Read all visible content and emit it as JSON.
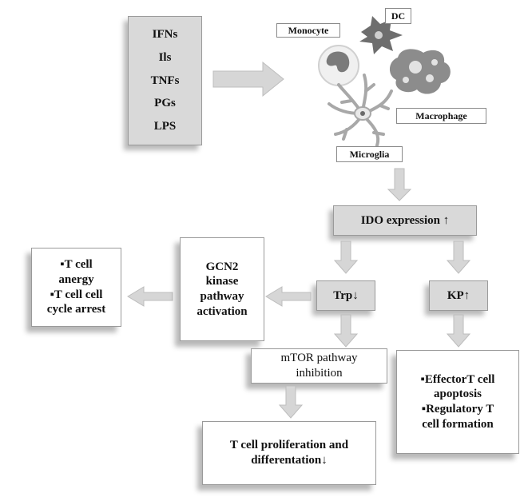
{
  "stimuli": [
    "IFNs",
    "Ils",
    "TNFs",
    "PGs",
    "LPS"
  ],
  "cells": {
    "monocyte": "Monocyte",
    "dc": "DC",
    "macrophage": "Macrophage",
    "microglia": "Microglia"
  },
  "ido": "IDO expression ↑",
  "trp": "Trp↓",
  "kp": "KP↑",
  "gcn2": [
    "GCN2",
    "kinase",
    "pathway",
    "activation"
  ],
  "anergy": [
    "▪T cell",
    "anergy",
    "▪T cell cell",
    "cycle arrest"
  ],
  "mtor": [
    "mTOR pathway",
    "inhibition"
  ],
  "proliferation": [
    "T cell proliferation and",
    "differentation↓"
  ],
  "effector": [
    "▪EffectorT cell",
    "apoptosis",
    "▪Regulatory T",
    "cell formation"
  ],
  "colors": {
    "box_gray": "#d9d9d9",
    "arrow_gray": "#d6d6d6",
    "cell_gray": "#7f7f7f"
  }
}
